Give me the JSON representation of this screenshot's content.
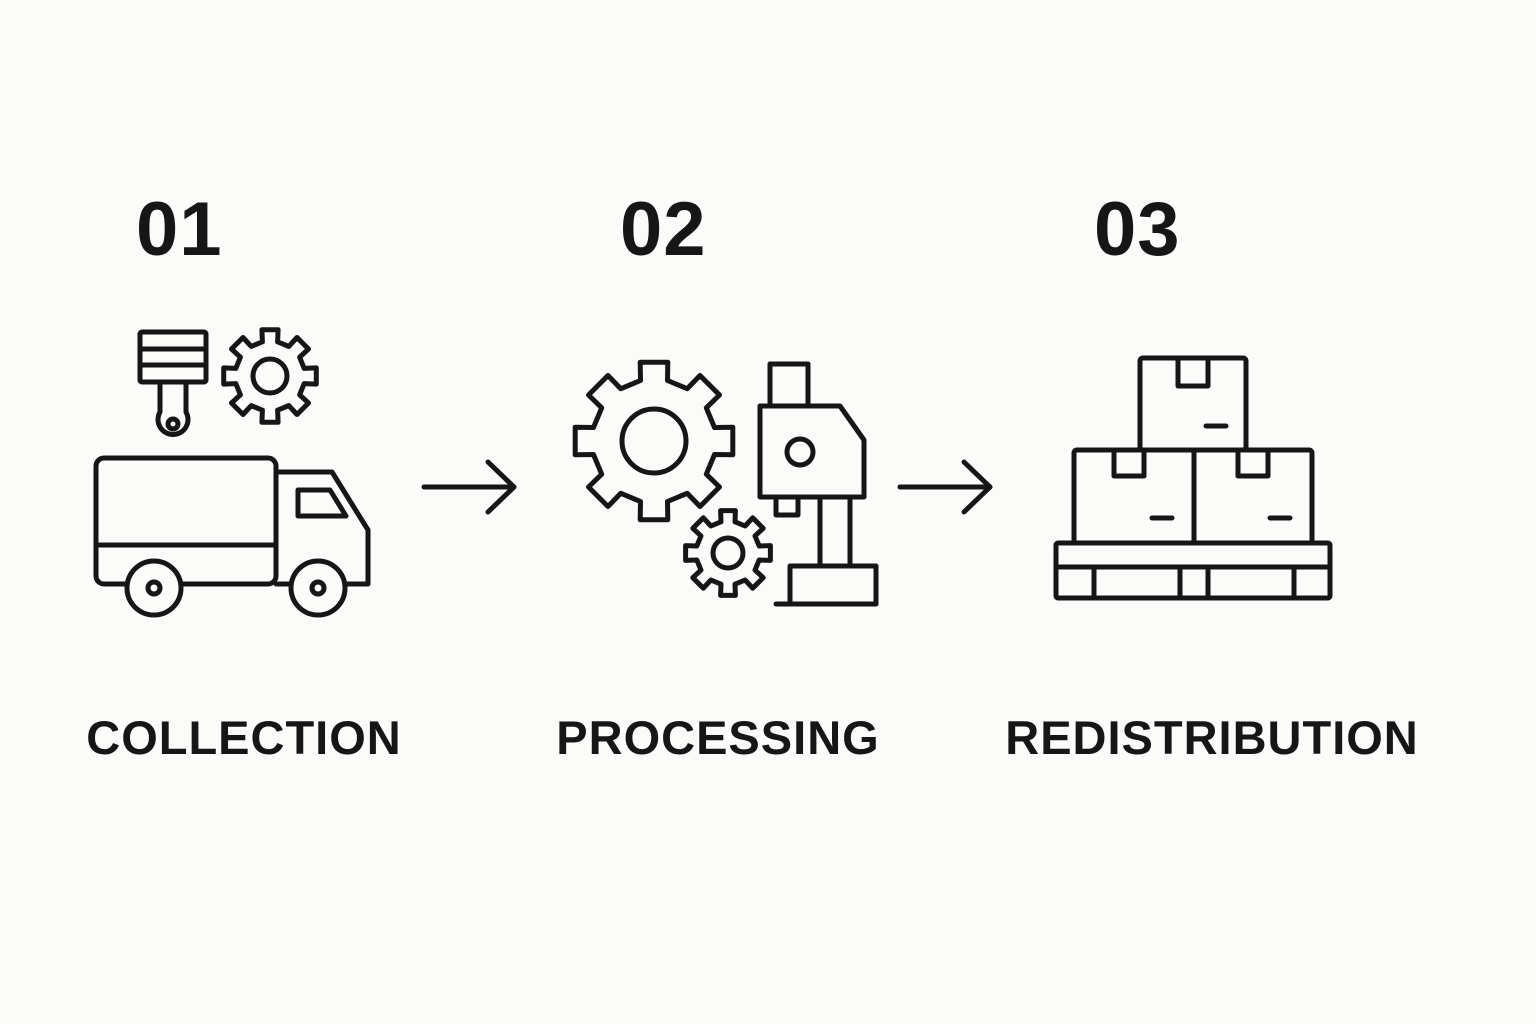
{
  "steps": [
    {
      "number": "01",
      "label": "COLLECTION",
      "icon": "truck-piston-gear-icon"
    },
    {
      "number": "02",
      "label": "PROCESSING",
      "icon": "gears-microscope-icon"
    },
    {
      "number": "03",
      "label": "REDISTRIBUTION",
      "icon": "boxes-pallet-icon"
    }
  ],
  "connectors": [
    "arrow-right-icon",
    "arrow-right-icon"
  ],
  "colors": {
    "background": "#fbfbf9",
    "ink": "#161616"
  }
}
